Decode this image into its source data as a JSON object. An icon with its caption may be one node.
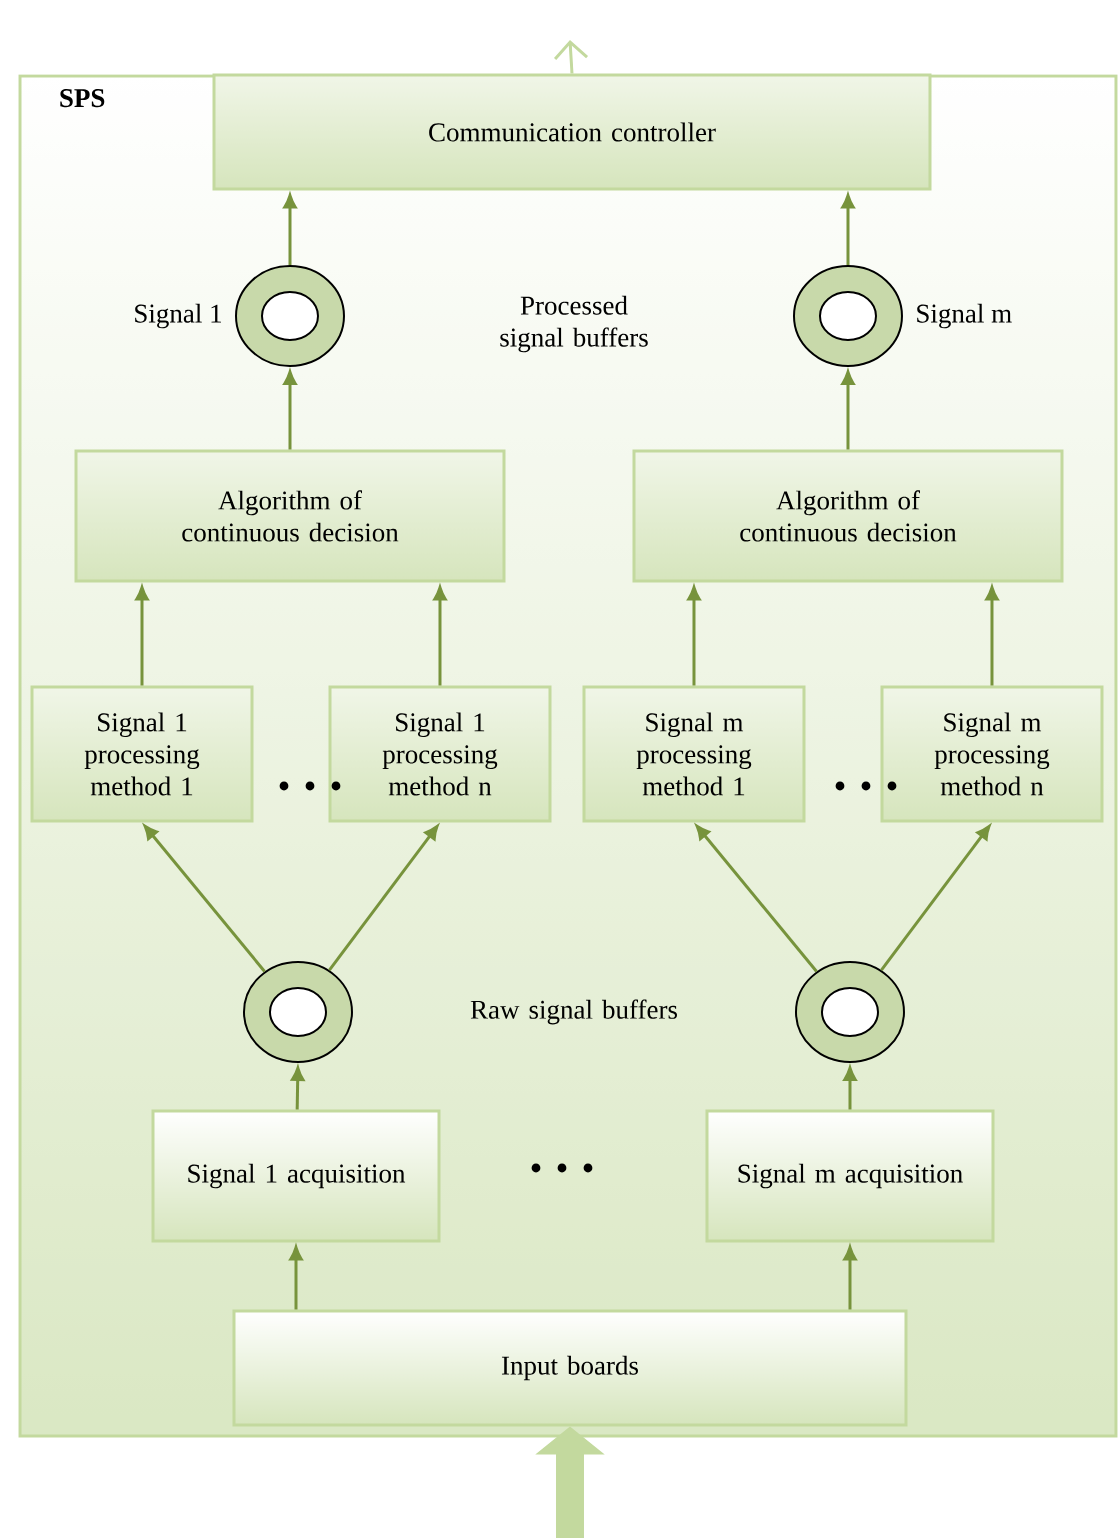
{
  "diagram": {
    "nodes": [
      {
        "text": [
          "SPS"
        ]
      },
      {
        "text": [
          "Communication controller"
        ],
        "in": 0
      },
      {
        "text": [],
        "shape": "circle",
        "beside": [
          "Signal 1"
        ],
        "in": 0
      },
      {
        "text": [],
        "shape": "circle",
        "beside": [
          "Signal m"
        ],
        "in": 0
      },
      {
        "text": [
          "Algorithm of continuous decision"
        ],
        "in": 0
      },
      {
        "text": [
          "Algorithm of continuous decision"
        ],
        "in": 0
      },
      {
        "text": [
          "Signal 1 processing method 1"
        ],
        "in": 0
      },
      {
        "text": [
          "Signal 1 processing method n"
        ],
        "in": 0
      },
      {
        "text": [
          "Signal m processing method 1"
        ],
        "in": 0
      },
      {
        "text": [
          "Signal m processing method n"
        ],
        "in": 0
      },
      {
        "text": [],
        "shape": "circle",
        "in": 0
      },
      {
        "text": [],
        "shape": "circle",
        "in": 0
      },
      {
        "text": [
          "Signal 1 acquisition"
        ],
        "in": 0
      },
      {
        "text": [
          "Signal m acquisition"
        ],
        "in": 0
      },
      {
        "text": [
          "Input boards"
        ],
        "in": 0
      }
    ],
    "edges": [
      {
        "from": null,
        "to": 14,
        "arrow": "to",
        "style": "thick",
        "color": "#c3d99e"
      },
      {
        "from": 14,
        "to": 12,
        "arrow": "to"
      },
      {
        "from": 14,
        "to": 13,
        "arrow": "to"
      },
      {
        "from": 12,
        "to": 10,
        "arrow": "to"
      },
      {
        "from": 13,
        "to": 11,
        "arrow": "to"
      },
      {
        "from": 10,
        "to": 6,
        "arrow": "to"
      },
      {
        "from": 10,
        "to": 7,
        "arrow": "to"
      },
      {
        "from": 11,
        "to": 8,
        "arrow": "to"
      },
      {
        "from": 11,
        "to": 9,
        "arrow": "to"
      },
      {
        "from": 6,
        "to": 4,
        "arrow": "to"
      },
      {
        "from": 7,
        "to": 4,
        "arrow": "to"
      },
      {
        "from": 8,
        "to": 5,
        "arrow": "to"
      },
      {
        "from": 9,
        "to": 5,
        "arrow": "to"
      },
      {
        "from": 4,
        "to": 2,
        "arrow": "to"
      },
      {
        "from": 5,
        "to": 3,
        "arrow": "to"
      },
      {
        "from": 2,
        "to": 1,
        "arrow": "to"
      },
      {
        "from": 3,
        "to": 1,
        "arrow": "to"
      },
      {
        "from": 1,
        "to": null,
        "arrow": "to",
        "color": "#c3d99e"
      }
    ],
    "labels": [
      "Processed signal buffers",
      "Raw signal buffers"
    ]
  }
}
